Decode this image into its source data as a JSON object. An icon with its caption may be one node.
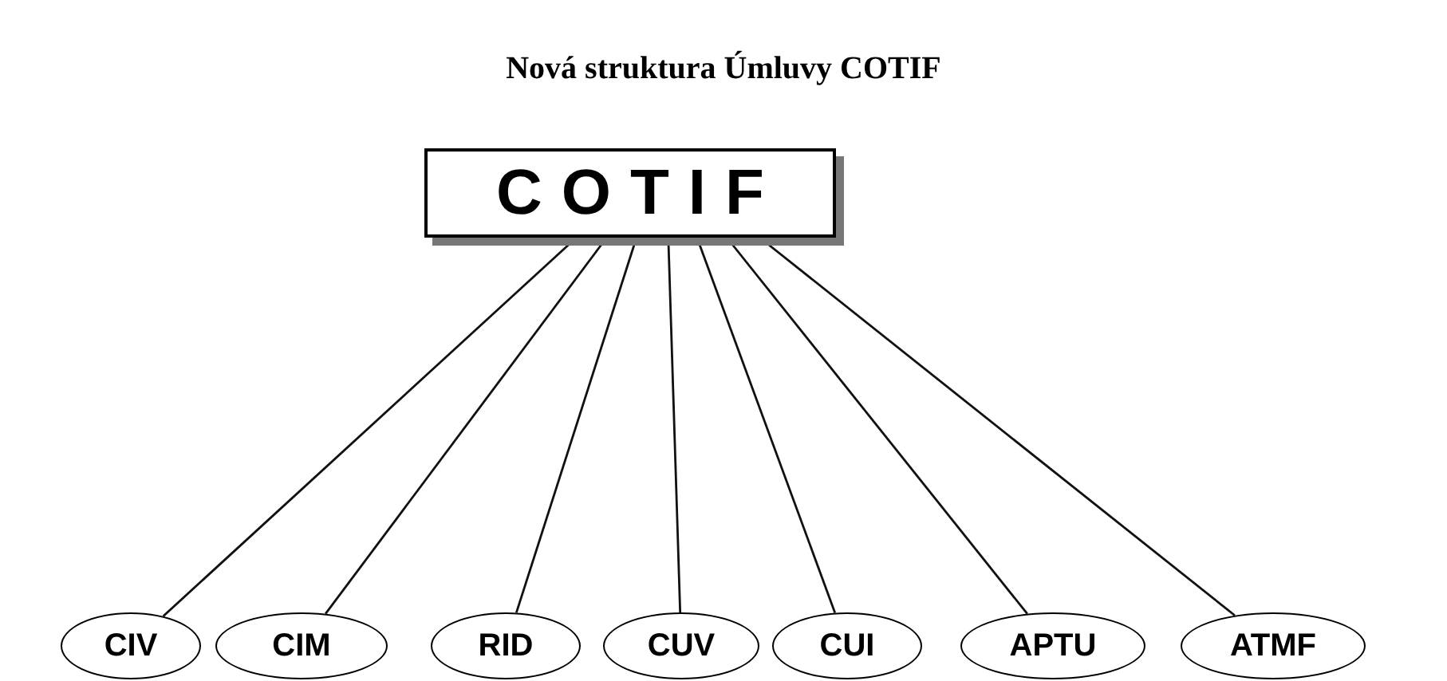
{
  "diagram": {
    "title": "Nová struktura Úmluvy COTIF",
    "nodes": [
      {
        "text": [
          "COTIF"
        ]
      },
      {
        "text": [
          "CIV"
        ]
      },
      {
        "text": [
          "CIM"
        ]
      },
      {
        "text": [
          "RID"
        ]
      },
      {
        "text": [
          "CUV"
        ]
      },
      {
        "text": [
          "CUI"
        ]
      },
      {
        "text": [
          "APTU"
        ]
      },
      {
        "text": [
          "ATMF"
        ]
      }
    ],
    "edges": [
      {
        "from": 0,
        "to": 1,
        "arrow": "none"
      },
      {
        "from": 0,
        "to": 2,
        "arrow": "none"
      },
      {
        "from": 0,
        "to": 3,
        "arrow": "none"
      },
      {
        "from": 0,
        "to": 4,
        "arrow": "none"
      },
      {
        "from": 0,
        "to": 5,
        "arrow": "none"
      },
      {
        "from": 0,
        "to": 6,
        "arrow": "none"
      },
      {
        "from": 0,
        "to": 7,
        "arrow": "none"
      }
    ]
  }
}
